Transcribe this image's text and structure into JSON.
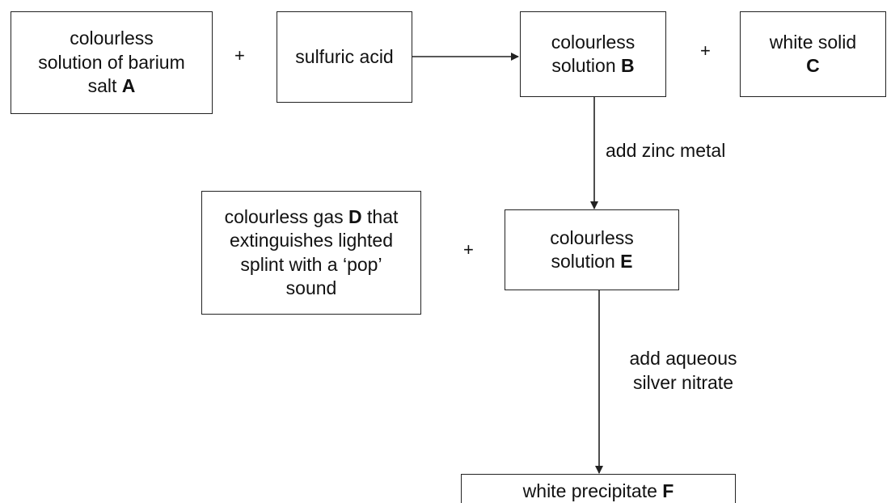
{
  "boxes": {
    "a": {
      "text": "colourless solution of barium salt ",
      "label": "A"
    },
    "acid": {
      "text": "sulfuric acid"
    },
    "b": {
      "line1": "colourless",
      "line2": "solution ",
      "label": "B"
    },
    "c": {
      "line1": "white solid",
      "label": "C"
    },
    "d": {
      "line1": "colourless gas ",
      "label": "D",
      "rest": "that extinguishes lighted splint with a ‘pop’ sound"
    },
    "e": {
      "line1": "colourless",
      "line2": "solution ",
      "label": "E"
    },
    "f": {
      "text": "white precipitate ",
      "label": "F"
    }
  },
  "plus_signs": [
    "+",
    "+",
    "+"
  ],
  "steps": {
    "zinc": "add zinc metal",
    "silver": "add aqueous silver nitrate"
  }
}
